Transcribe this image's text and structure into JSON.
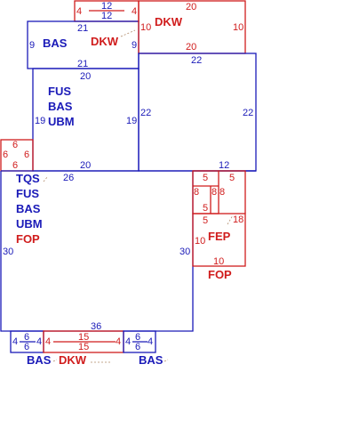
{
  "labels": {
    "bas_top": "BAS",
    "dkw_top": "DKW",
    "dkw_right": "DKW",
    "fus_mid": "FUS",
    "bas_mid": "BAS",
    "ubm_mid": "UBM",
    "tqs_main": "TQS",
    "fus_main": "FUS",
    "bas_main": "BAS",
    "ubm_main": "UBM",
    "fop_main": "FOP",
    "fep_right": "FEP",
    "fop_right": "FOP",
    "bas_bottom_left": "BAS",
    "dkw_bottom": "DKW",
    "bas_bottom_right": "BAS"
  },
  "dims": {
    "top_deck_w_top": "12",
    "top_deck_w_bottom": "12",
    "top_deck_left": "4",
    "top_deck_right": "4",
    "top_bas_top": "21",
    "top_bas_bottom": "21",
    "top_bas_left": "9",
    "top_bas_right": "9",
    "right_dkw_top": "20",
    "right_dkw_bottom": "20",
    "right_dkw_left": "10",
    "right_dkw_right": "10",
    "mid_top": "20",
    "mid_bottom": "20",
    "mid_left": "19",
    "mid_right": "19",
    "big_right_top": "22",
    "big_right_left": "22",
    "big_right_right": "22",
    "small_left_top": "6",
    "small_left_bottom": "6",
    "small_left_left": "6",
    "small_left_right": "6",
    "main_top": "26",
    "main_left": "30",
    "main_right": "30",
    "main_bottom": "36",
    "notch_top": "12",
    "fep_box_top": "5",
    "fep_box_mid": "5",
    "fep_box_bottom": "5",
    "fep_box_left": "8",
    "fep_box_right": "8",
    "fep_box_right2": "8",
    "fep_top": "5",
    "fep_diag": "18",
    "fep_left": "10",
    "fep_bottom": "10",
    "bl_left": "4",
    "bl_top1": "6",
    "bl_top2": "6",
    "bl_right": "4",
    "bd_left": "4",
    "bd_top1": "15",
    "bd_top2": "15",
    "bd_right": "4",
    "br_left": "4",
    "br_top1": "6",
    "br_top2": "6",
    "br_right": "4"
  }
}
